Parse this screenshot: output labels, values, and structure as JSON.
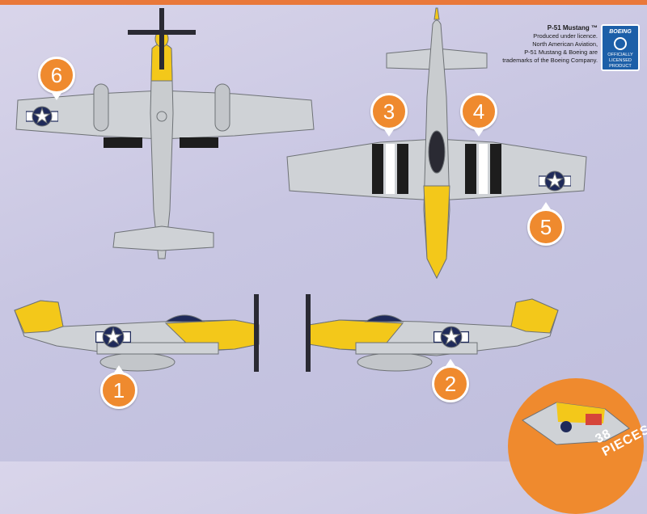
{
  "license": {
    "title": "P-51 Mustang ™",
    "lines": [
      "Produced under licence.",
      "North American Aviation,",
      "P-51 Mustang & Boeing are",
      "trademarks of the Boeing Company."
    ]
  },
  "badge": {
    "brand": "BOEING",
    "line1": "OFFICIALLY",
    "line2": "LICENSED",
    "line3": "PRODUCT"
  },
  "markers": [
    "1",
    "2",
    "3",
    "4",
    "5",
    "6"
  ],
  "pieces": "38 PIECES",
  "colors": {
    "accent": "#ef8a2e",
    "yellow": "#f3c81a",
    "silver": "#c9cccf",
    "invasion_stripe": "#1d1d1d",
    "roundel_blue": "#1f2a5a"
  }
}
